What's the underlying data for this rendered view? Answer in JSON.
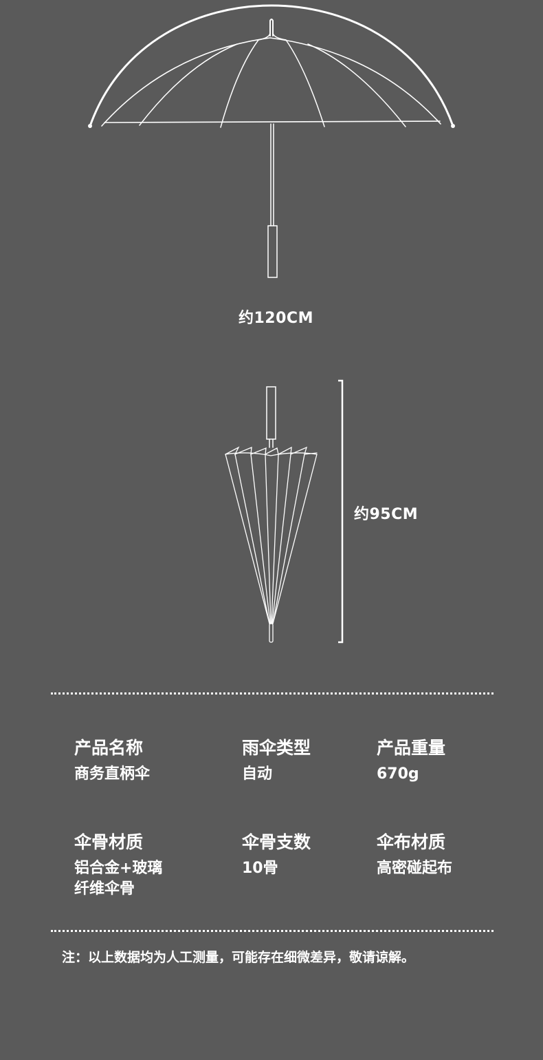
{
  "dimensions": {
    "open_width": "约120CM",
    "closed_length": "约95CM"
  },
  "specs": [
    {
      "label": "产品名称",
      "value": "商务直柄伞"
    },
    {
      "label": "雨伞类型",
      "value": "自动"
    },
    {
      "label": "产品重量",
      "value": "670g"
    },
    {
      "label": "伞骨材质",
      "value": "铝合金+玻璃\n纤维伞骨"
    },
    {
      "label": "伞骨支数",
      "value": "10骨"
    },
    {
      "label": "伞布材质",
      "value": "高密碰起布"
    }
  ],
  "note": "注：以上数据均为人工测量，可能存在细微差异，敬请谅解。",
  "colors": {
    "background": "#5a5a5a",
    "foreground": "#ffffff"
  }
}
